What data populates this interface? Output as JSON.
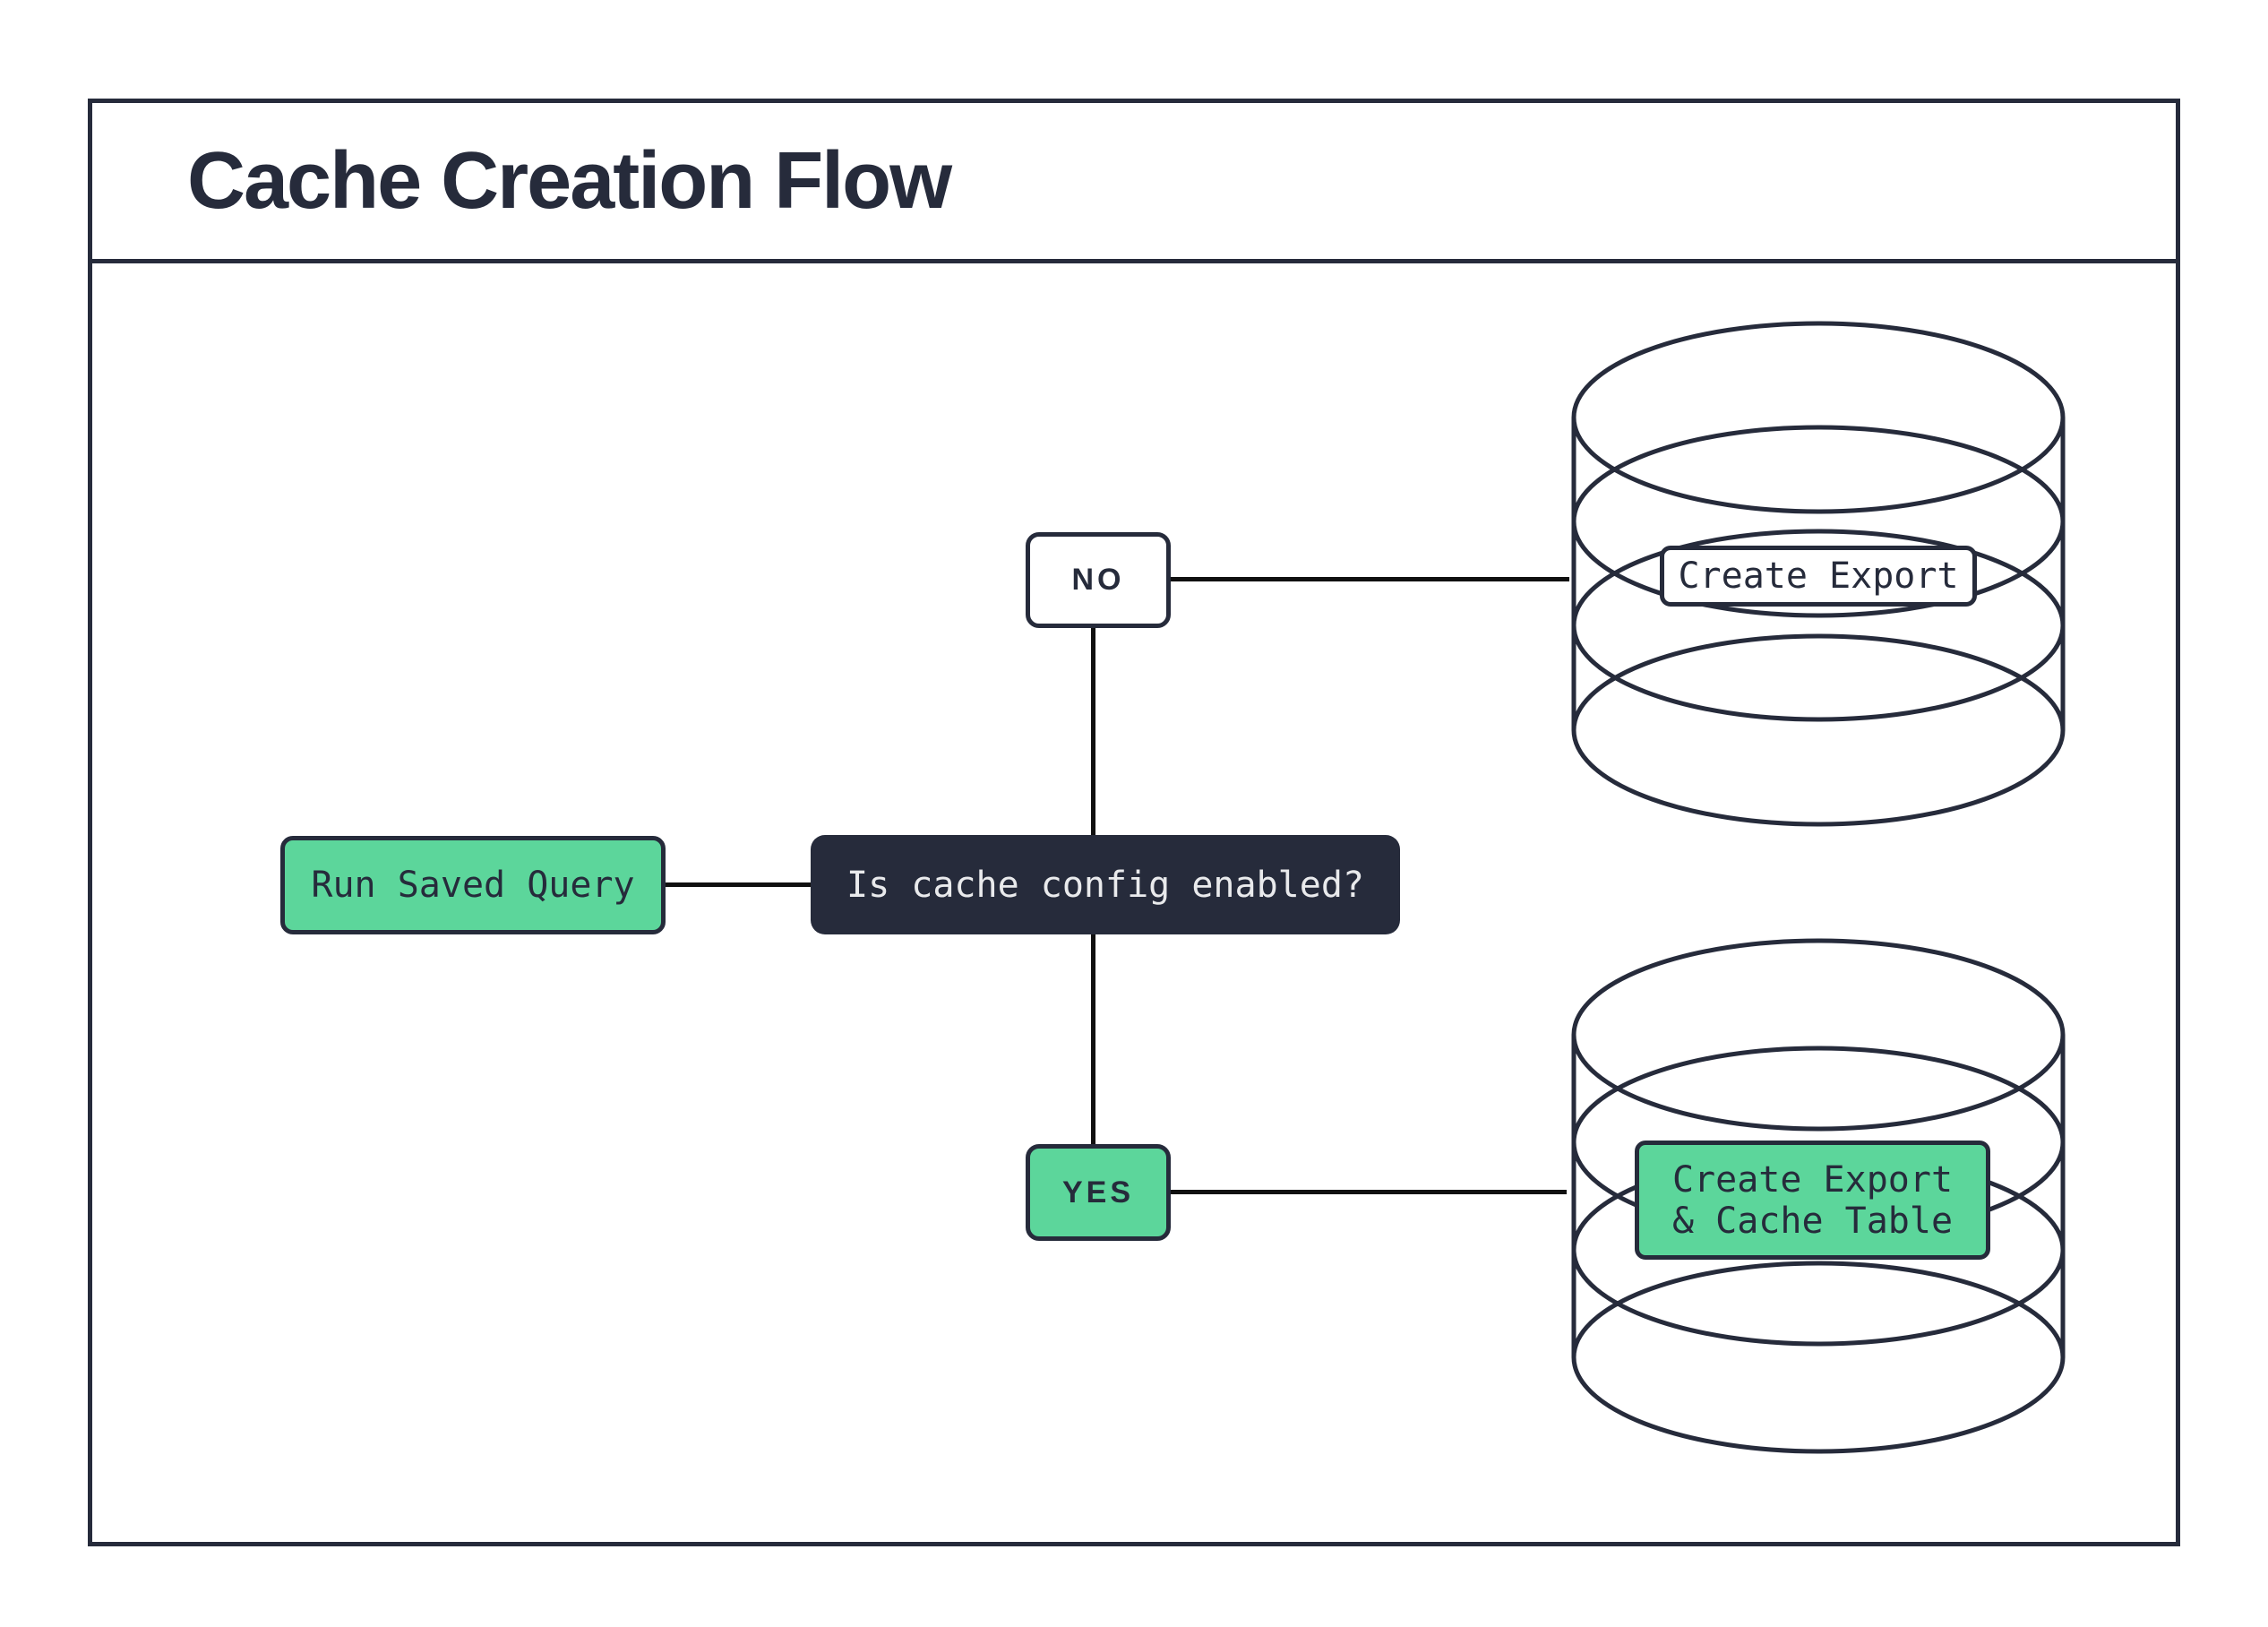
{
  "header": {
    "title": "Cache Creation Flow"
  },
  "flow": {
    "start": {
      "label": "Run Saved Query"
    },
    "decision": {
      "label": "Is cache config enabled?"
    },
    "no_branch": {
      "label": "NO",
      "result_label": "Create Export",
      "result_icon": "database-cylinder-icon"
    },
    "yes_branch": {
      "label": "YES",
      "result_line1": "Create Export",
      "result_line2": "& Cache Table",
      "result_icon": "database-cylinder-icon"
    }
  },
  "colors": {
    "navy": "#262b3b",
    "green": "#5cd69b",
    "line": "#101010",
    "light": "#e9eaec",
    "bg": "#ffffff"
  }
}
